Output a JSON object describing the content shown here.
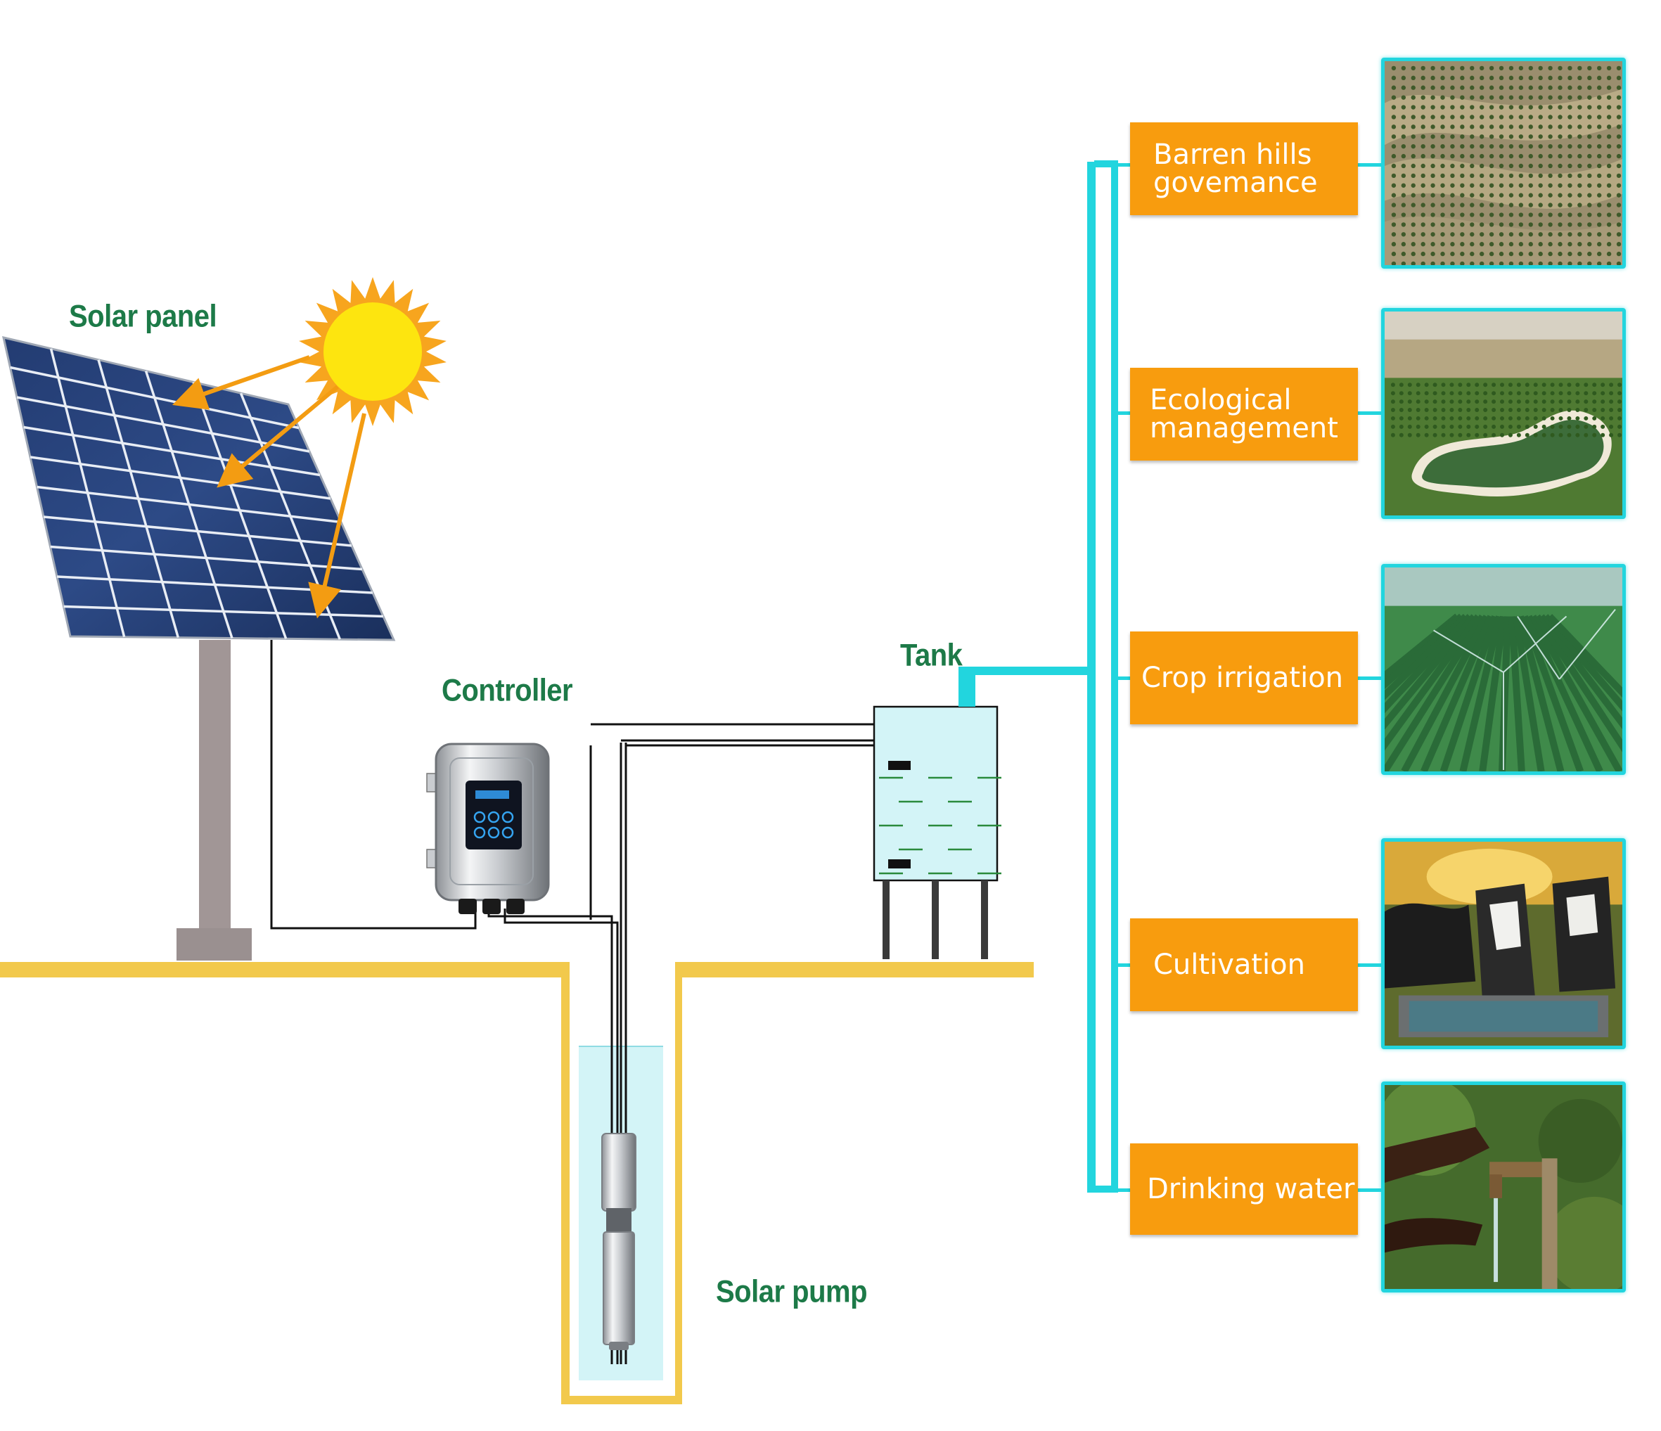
{
  "labels": {
    "solar_panel": "Solar panel",
    "controller": "Controller",
    "tank": "Tank",
    "solar_pump": "Solar pump"
  },
  "applications": [
    {
      "lines": [
        "Barren hills",
        "govemance"
      ],
      "photo": "terraced-hills-photo"
    },
    {
      "lines": [
        "Ecological",
        "management"
      ],
      "photo": "oasis-lake-photo"
    },
    {
      "lines": [
        "Crop irrigation"
      ],
      "photo": "sprinkler-field-photo"
    },
    {
      "lines": [
        "Cultivation"
      ],
      "photo": "cattle-drinking-photo"
    },
    {
      "lines": [
        "Drinking water"
      ],
      "photo": "water-tap-photo"
    }
  ],
  "colors": {
    "label_green": "#1d7a48",
    "box_orange": "#f89c0e",
    "pipe_cyan": "#22d5de",
    "ground_yellow": "#f2c94c",
    "arrow_orange": "#f39c12",
    "panel_blue": "#1f3a6e"
  }
}
